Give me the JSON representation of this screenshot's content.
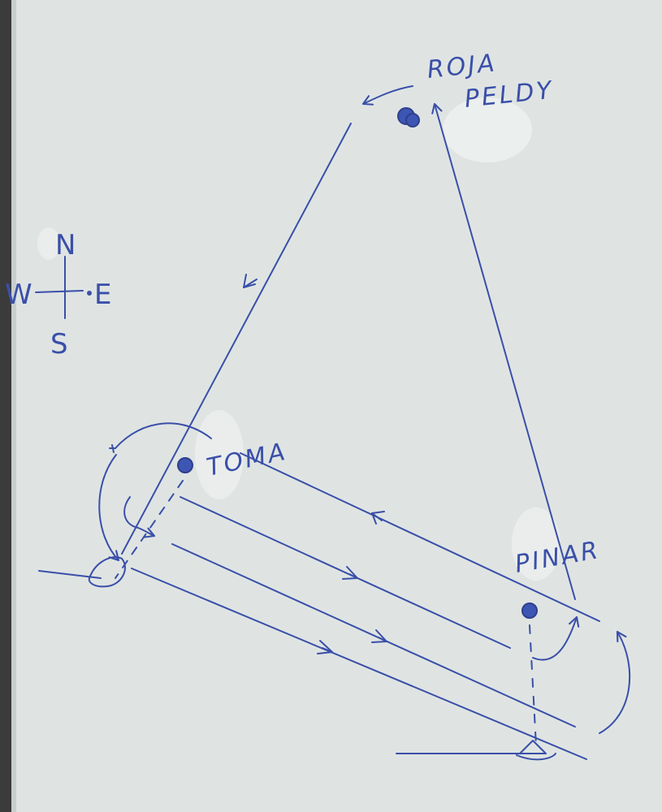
{
  "marks": {
    "roja_peldy_line1": "ROJA",
    "roja_peldy_line2": "PELDY",
    "toma": "TOMA",
    "pinar": "PINAR"
  },
  "compass": {
    "north": "N",
    "south": "S",
    "east": "E",
    "west": "W"
  },
  "colors": {
    "ink": "#3a4fa8",
    "paper": "#dfe4e3"
  }
}
